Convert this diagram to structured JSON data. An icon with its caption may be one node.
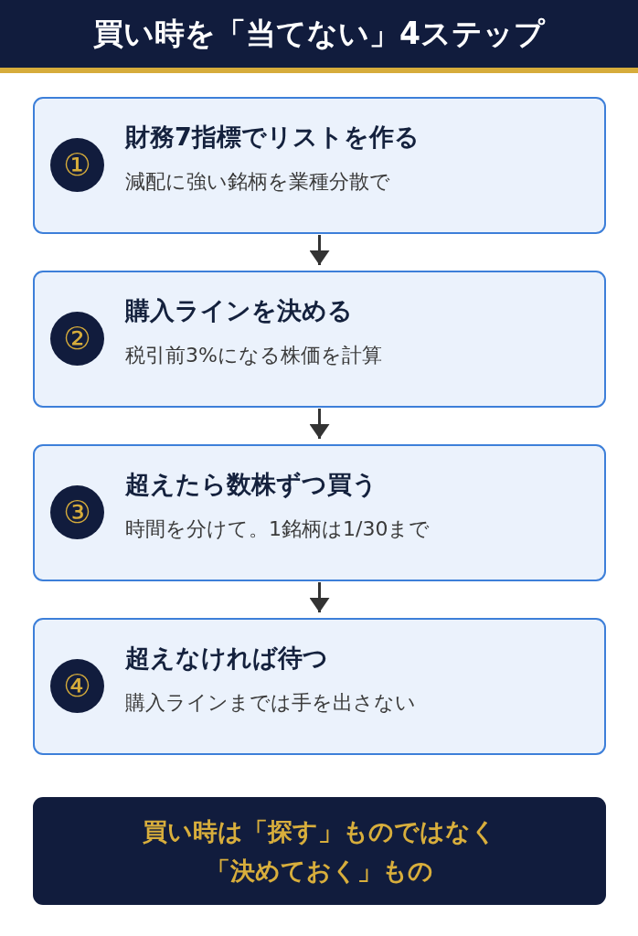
{
  "diagram": {
    "title": "買い時を「当てない」4ステップ",
    "nodes": [
      {
        "text": [
          "財務7指標でリストを作る",
          "減配に強い銘柄を業種分散で"
        ]
      },
      {
        "text": [
          "①"
        ],
        "in": 0
      },
      {
        "text": [
          "購入ラインを決める",
          "税引前3%になる株価を計算"
        ]
      },
      {
        "text": [
          "②"
        ],
        "in": 2
      },
      {
        "text": [
          "超えたら数株ずつ買う",
          "時間を分けて。1銘柄は1/30まで"
        ]
      },
      {
        "text": [
          "③"
        ],
        "in": 4
      },
      {
        "text": [
          "超えなければ待つ",
          "購入ラインまでは手を出さない"
        ]
      },
      {
        "text": [
          "④"
        ],
        "in": 6
      },
      {
        "text": [
          "買い時は「探す」ものではなく「決めておく」もの"
        ]
      }
    ],
    "edges": [
      {
        "from": 0,
        "to": 2,
        "arrow": "to"
      },
      {
        "from": 2,
        "to": 4,
        "arrow": "to"
      },
      {
        "from": 4,
        "to": 6,
        "arrow": "to"
      }
    ]
  }
}
